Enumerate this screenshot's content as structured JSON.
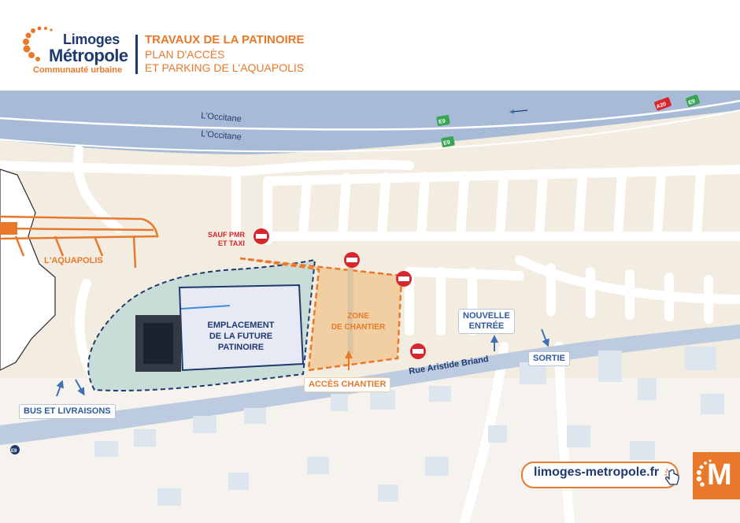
{
  "header": {
    "logo": {
      "line1": "Limoges",
      "line2": "Métropole",
      "line3": "Communauté urbaine"
    },
    "title_line1": "TRAVAUX DE LA PATINOIRE",
    "title_line2": "PLAN D'ACCÈS",
    "title_line3": "ET PARKING DE L'AQUAPOLIS"
  },
  "map": {
    "roads": {
      "highway_top": "L'Occitane",
      "highway_bottom": "L'Occitane",
      "street": "Rue Aristide Briand"
    },
    "road_signs": {
      "e9_a": "E9",
      "e9_b": "E9",
      "e9_c": "E9",
      "a20": "A20",
      "e9_small": "E9"
    },
    "labels": {
      "aquapolis": "L'AQUAPOLIS",
      "sauf_line1": "SAUF PMR",
      "sauf_line2": "ET TAXI",
      "site_line1": "EMPLACEMENT",
      "site_line2": "DE LA FUTURE",
      "site_line3": "PATINOIRE",
      "zone_line1": "ZONE",
      "zone_line2": "DE CHANTIER",
      "acces_chantier": "ACCÈS CHANTIER",
      "nouvelle_line1": "NOUVELLE",
      "nouvelle_line2": "ENTRÉE",
      "sortie": "SORTIE",
      "bus": "BUS ET LIVRAISONS"
    },
    "colors": {
      "orange": "#e8792a",
      "navy": "#1e3a6e",
      "road": "#ffffff",
      "ground": "#f3ece0",
      "building": "#dde5ef"
    }
  },
  "footer": {
    "url": "limoges-metropole.fr",
    "mlogo_letter": "M"
  }
}
